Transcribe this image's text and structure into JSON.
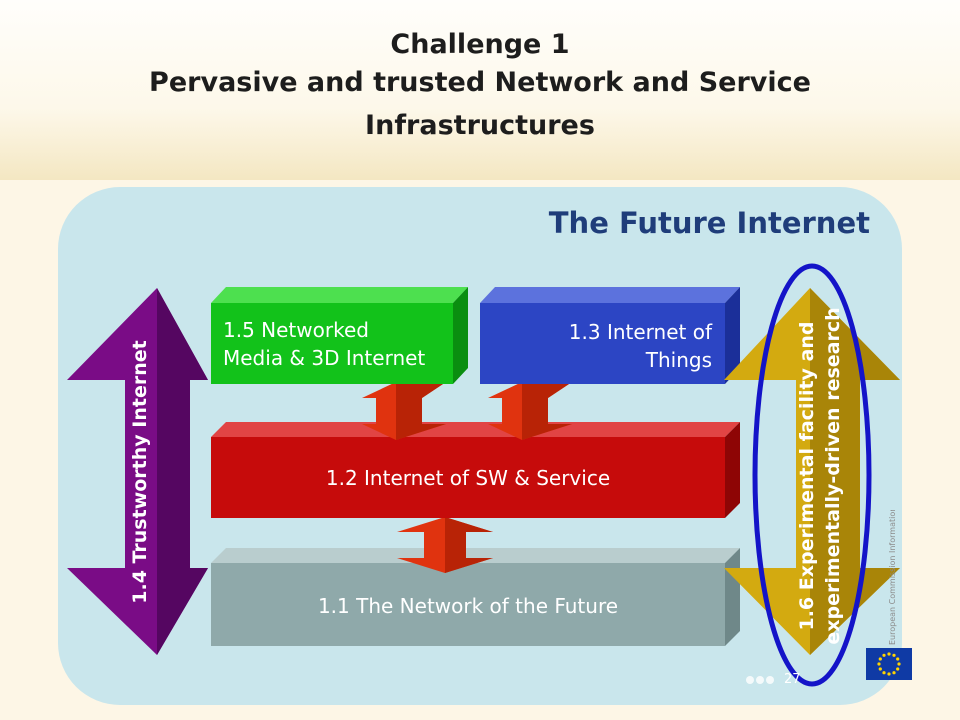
{
  "header": {
    "title_line1": "Challenge 1",
    "title_line2": "Pervasive and trusted Network and Service",
    "title_line3": "Infrastructures"
  },
  "diagram": {
    "heading": "The Future Internet",
    "box_1_5_line1": "1.5 Networked",
    "box_1_5_line2": "Media & 3D Internet",
    "box_1_3_line1": "1.3 Internet of",
    "box_1_3_line2": "Things",
    "box_1_2": "1.2 Internet of SW & Service",
    "box_1_1": "1.1 The Network of the Future",
    "arrow_1_4": "1.4 Trustworthy Internet",
    "arrow_1_6_line1": "1.6 Experimental facility and",
    "arrow_1_6_line2": "experimentally-driven research"
  },
  "footer": {
    "ec_text": "European Commission Information Society and Media",
    "page_number": "27"
  },
  "colors": {
    "panel": "#c9e6ec",
    "heading": "#1f3d7a",
    "green_box": "#12c21a",
    "blue_box": "#2c45c4",
    "red_box": "#c60b0b",
    "grey_box": "#8fa9aa",
    "purple_arrow": "#7a0c86",
    "gold_arrow": "#d3aa10",
    "orange_arrow": "#f03a14",
    "highlight_ellipse": "#1414c8"
  }
}
